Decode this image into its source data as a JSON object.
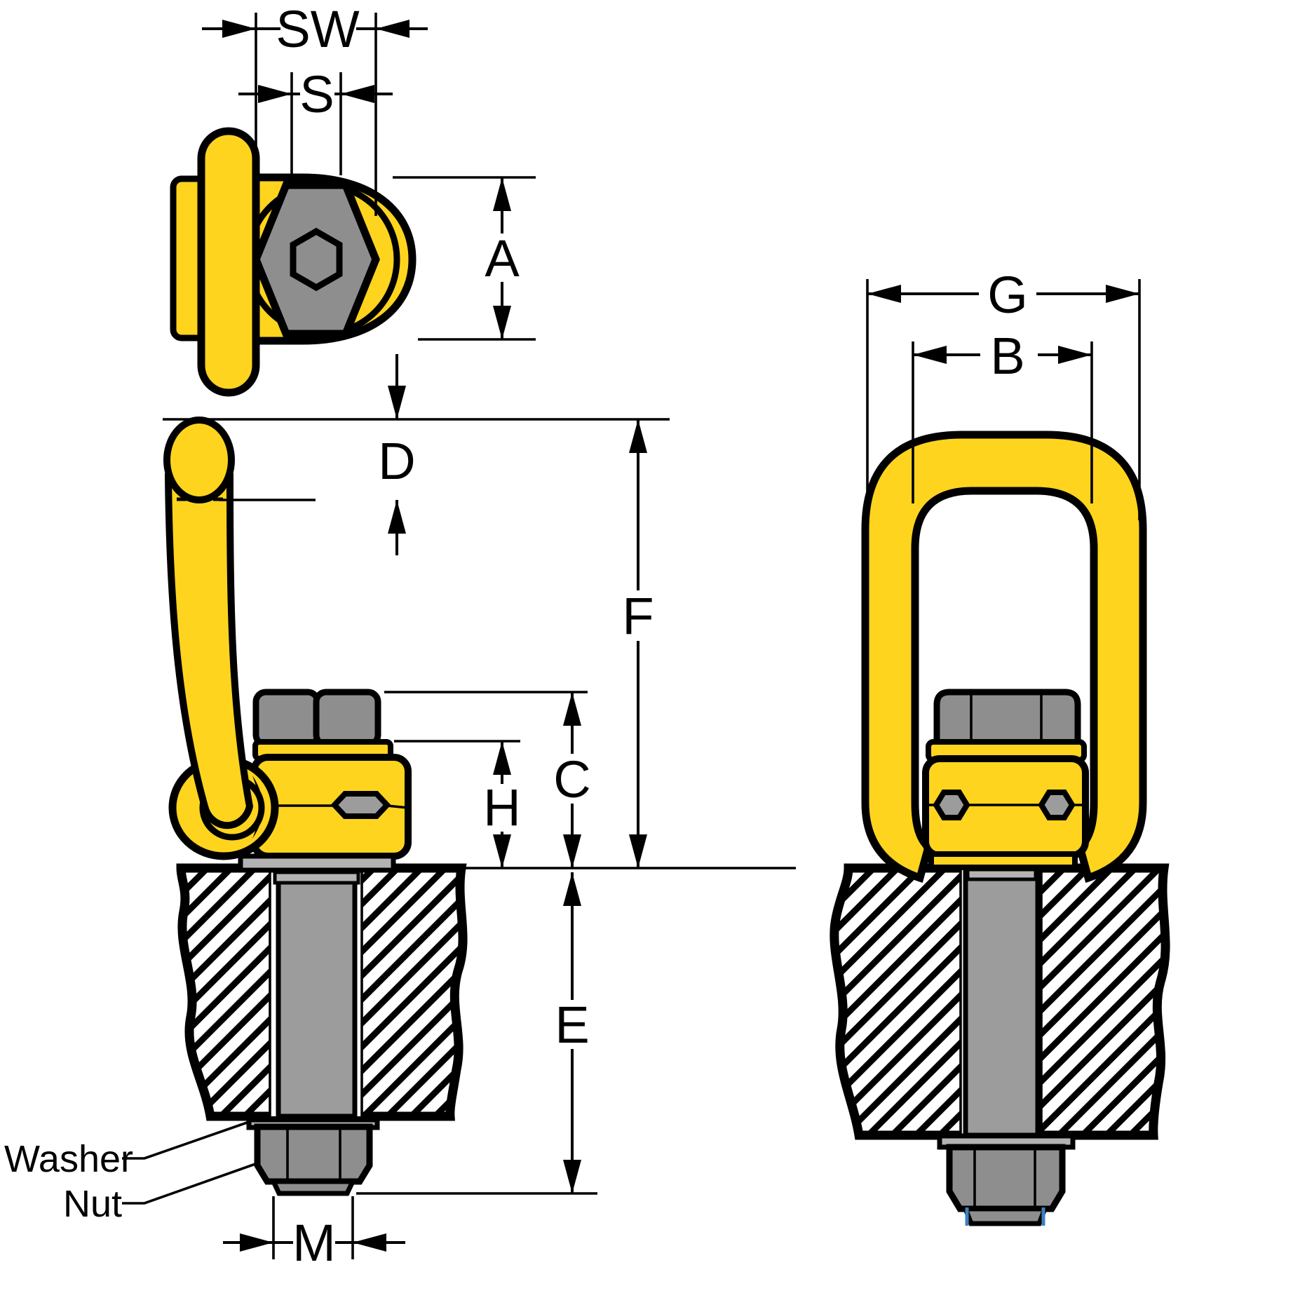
{
  "diagram": {
    "type": "engineering-dimension-drawing",
    "views": {
      "top_view": "top view of hoist ring (bail edge, socket head with hex socket)",
      "side_view": "side elevation installed in plate",
      "front_view": "front elevation installed in plate"
    },
    "dimension_labels": {
      "sw": "SW",
      "s": "S",
      "a": "A",
      "d": "D",
      "f": "F",
      "c": "C",
      "h": "H",
      "e": "E",
      "m": "M",
      "g": "G",
      "b": "B"
    },
    "part_labels": {
      "washer": "Washer",
      "nut": "Nut"
    },
    "colors": {
      "bail-yellow": "#FFD41E",
      "steel-gray": "#8E8E8E",
      "stud-gray": "#9C9C9C",
      "light-gray": "#B3B3B3",
      "outline-black": "#000000",
      "tick-blue": "#3F7FBF",
      "background": "#FFFFFF"
    }
  }
}
